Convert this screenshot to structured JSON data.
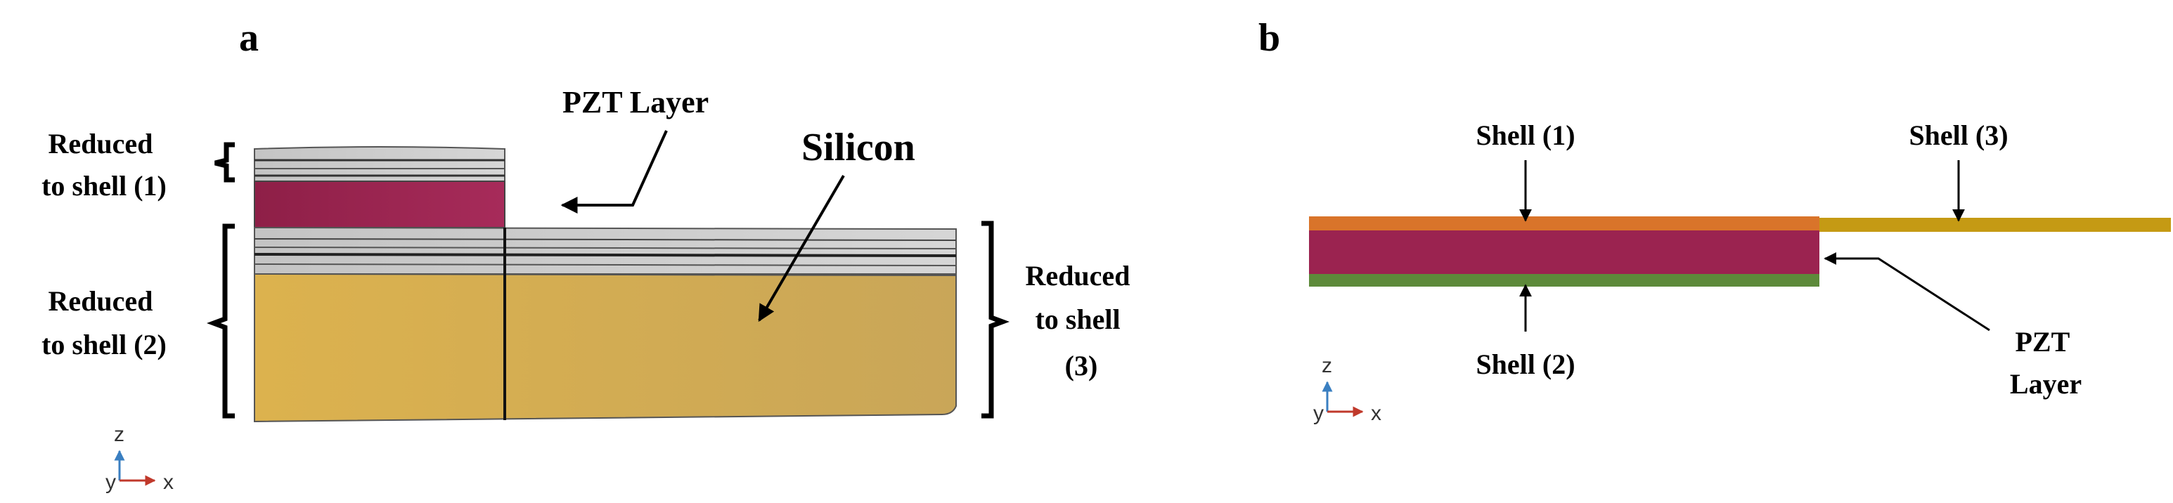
{
  "panel_a": {
    "letter": "a",
    "labels": {
      "reduced_shell_1": [
        "Reduced",
        "to shell (1)"
      ],
      "reduced_shell_2": [
        "Reduced",
        "to shell (2)"
      ],
      "reduced_shell_3": [
        "Reduced",
        "to shell",
        "(3)"
      ],
      "pzt_layer": "PZT Layer",
      "silicon": "Silicon"
    },
    "axes": {
      "z": "z",
      "y": "y",
      "x": "x"
    }
  },
  "panel_b": {
    "letter": "b",
    "labels": {
      "shell_1": "Shell (1)",
      "shell_2": "Shell (2)",
      "shell_3": "Shell (3)",
      "pzt_layer": [
        "PZT",
        "Layer"
      ]
    },
    "axes": {
      "z": "z",
      "y": "y",
      "x": "x"
    }
  },
  "colors": {
    "pzt": "#9b2350",
    "silicon": "#d4ad52",
    "metal_layers": "#c8c8c8",
    "shell_1": "#d9742a",
    "shell_2": "#5d8a3a",
    "shell_3": "#c59a14",
    "axis_z": "#3a7fc1",
    "axis_x": "#c0392b"
  }
}
